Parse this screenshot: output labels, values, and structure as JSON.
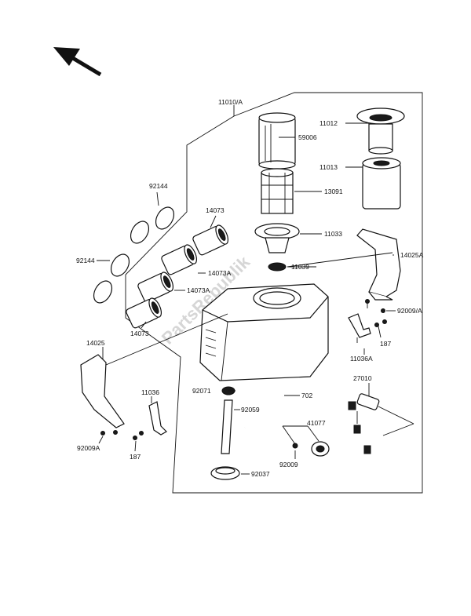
{
  "watermark": "PartsRepublik",
  "labels": {
    "p11010A": "11010/A",
    "p92144_top": "92144",
    "p92144_mid": "92144",
    "p14073_top": "14073",
    "p14073A_1": "14073A",
    "p14073A_2": "14073A",
    "p14073_bot": "14073",
    "p59006": "59006",
    "p13091": "13091",
    "p11033": "11033",
    "p11039": "11039",
    "p11012": "11012",
    "p11013": "11013",
    "p14025A": "14025A",
    "p92009A_right": "92009/A",
    "p187_right": "187",
    "p11036A": "11036A",
    "p14025": "14025",
    "p11036": "11036",
    "p92009A_left": "92009A",
    "p187_left": "187",
    "p92071": "92071",
    "p92059": "92059",
    "p702": "702",
    "p41077": "41077",
    "p92009": "92009",
    "p92037": "92037",
    "p27010": "27010"
  }
}
